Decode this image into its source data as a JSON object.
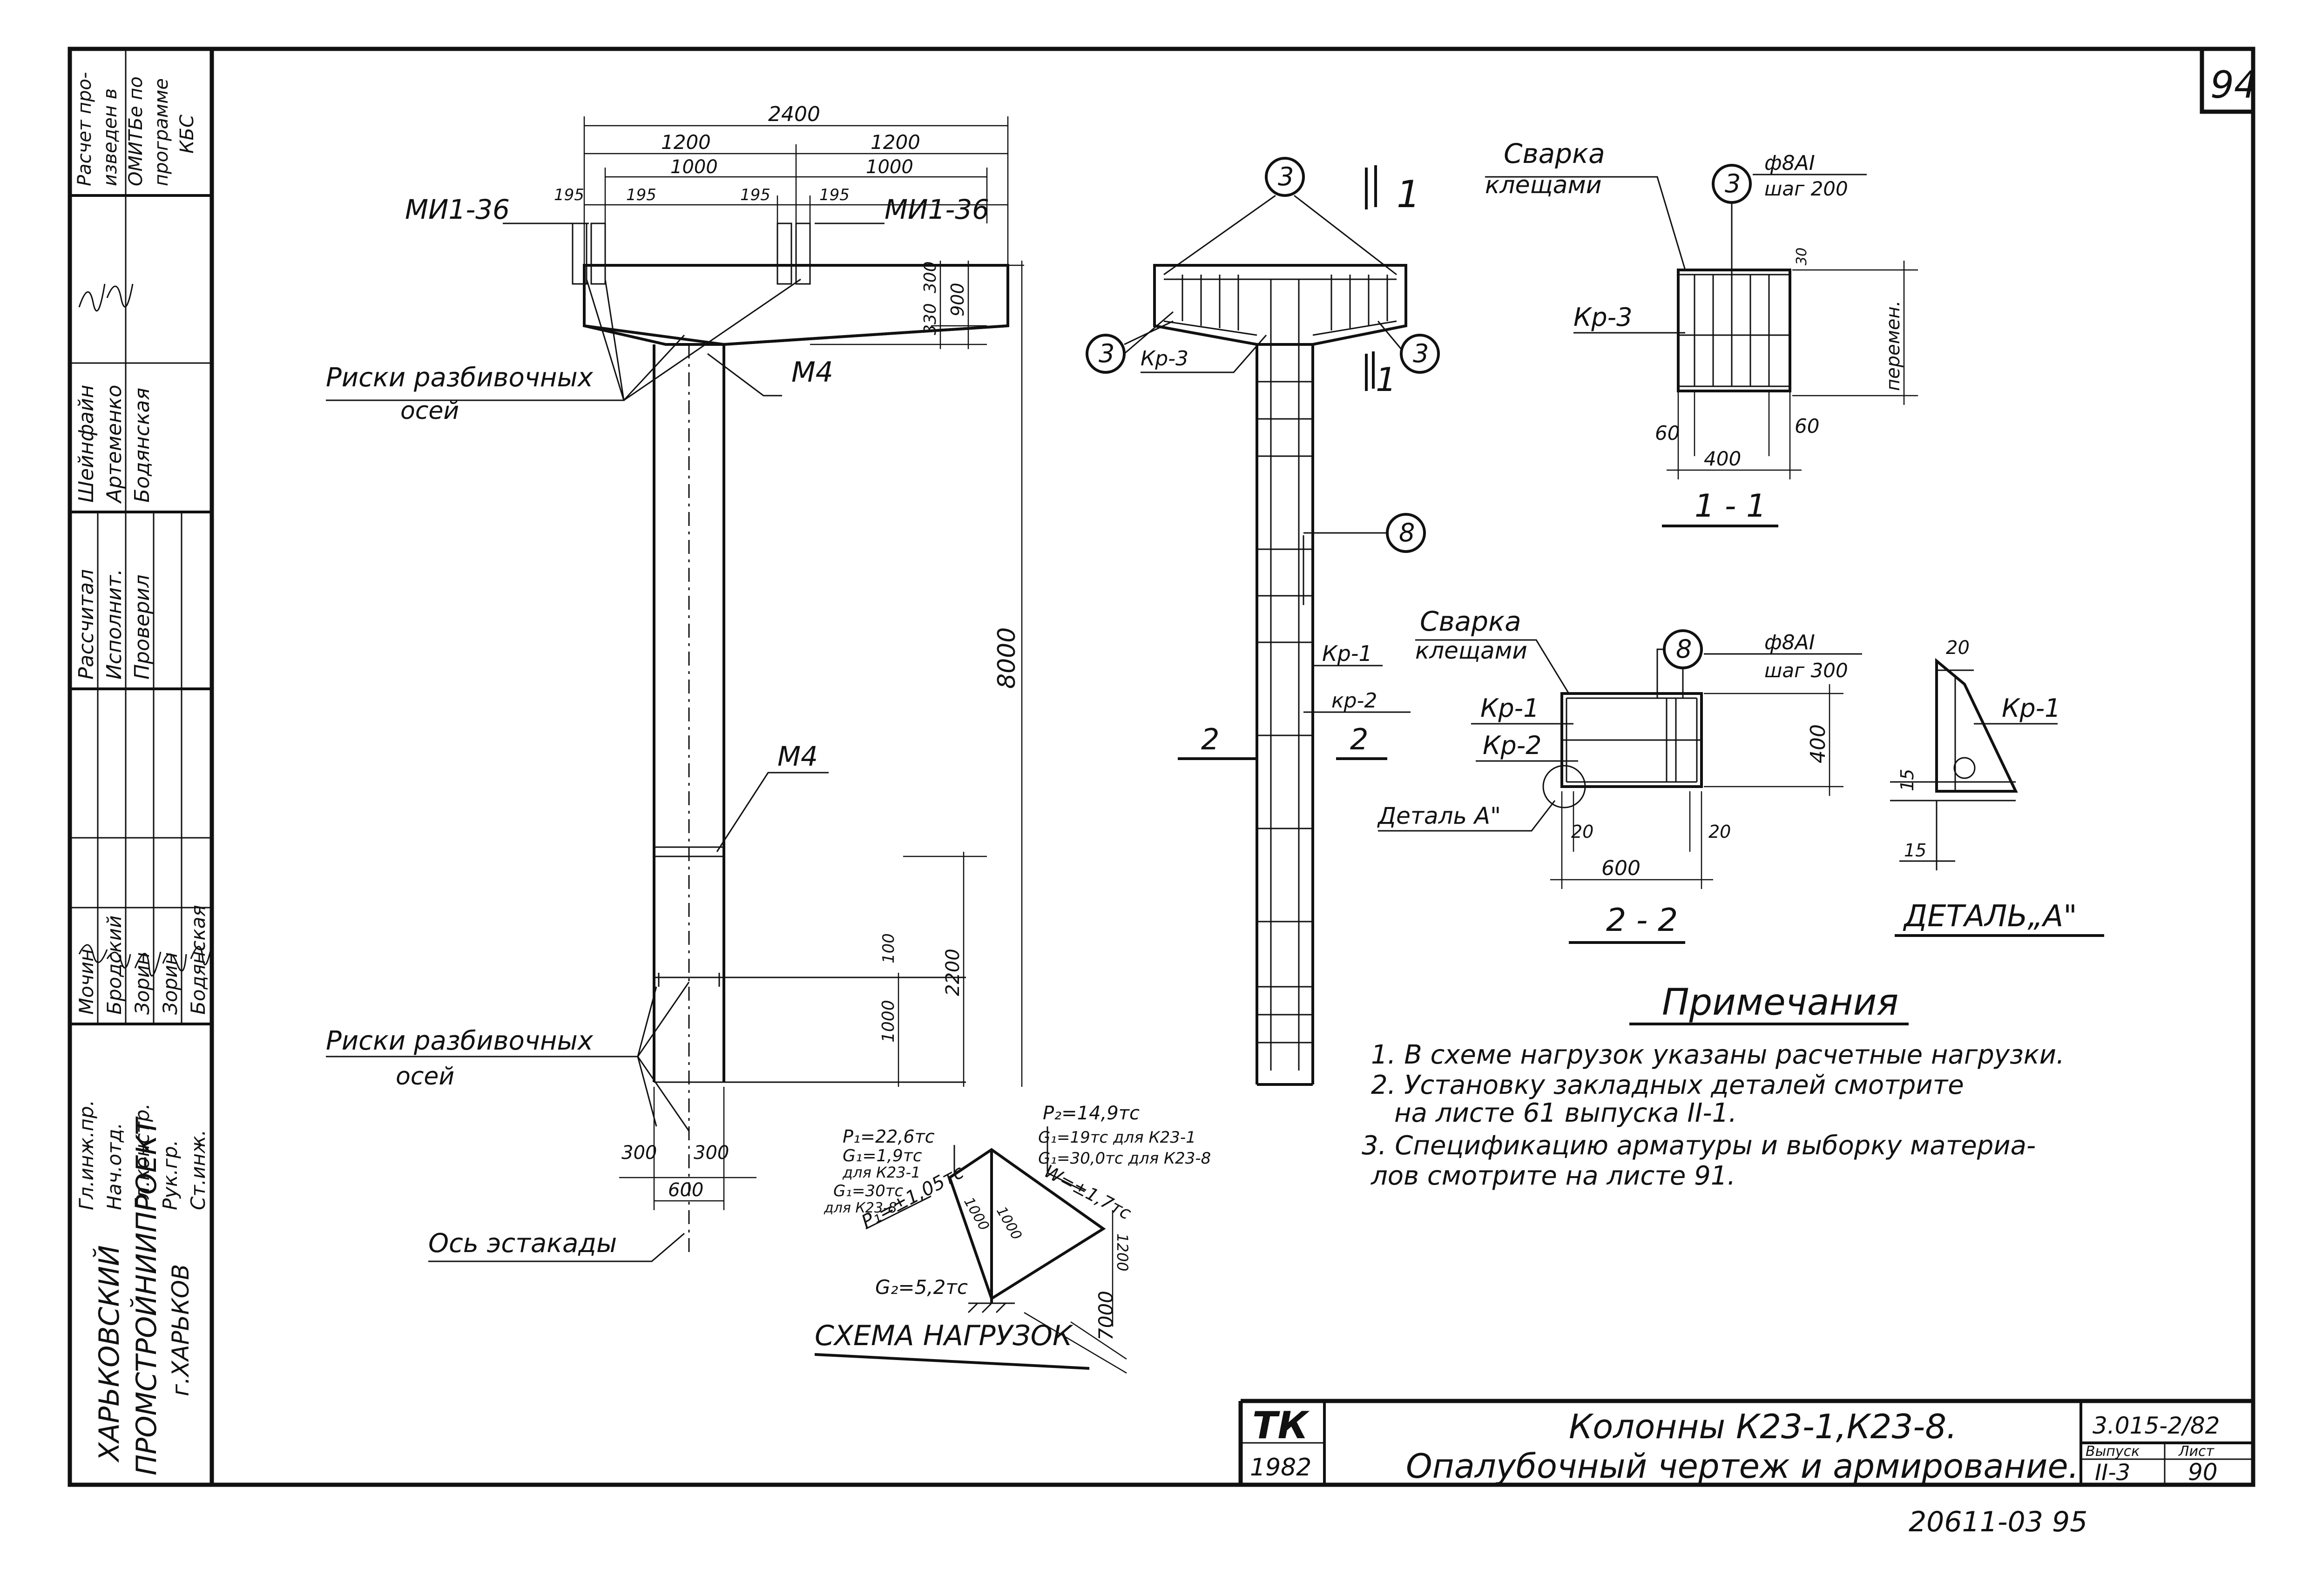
{
  "sheet_number": "94",
  "stamp": {
    "org_lines": [
      "ХАРЬКОВСКИЙ",
      "ПРОМСТРОЙНИИПРОЕКТ",
      "г.ХАРЬКОВ"
    ],
    "roles": [
      "Гл.инж.пр.",
      "Нач.отд.",
      "Гл.констр.",
      "Рук.гр.",
      "Ст.инж."
    ],
    "names": [
      "Мочин",
      "Бродский",
      "Зорин",
      "Зорин",
      "Бодянская"
    ],
    "roles2": [
      "Рассчитал",
      "Исполнит.",
      "Проверил"
    ],
    "names2": [
      "Шейнфайн",
      "Артеменко",
      "Бодянская"
    ],
    "computer_note": [
      "Расчет про-",
      "изведен в",
      "ОМИТБе по",
      "программе",
      "КБС"
    ]
  },
  "elevation": {
    "labels": {
      "mi_left": "МИ1-36",
      "mi_right": "МИ1-36",
      "m4_top": "М4",
      "m4_mid": "М4",
      "riski_top_1": "Риски разбивочных",
      "riski_top_2": "осей",
      "riski_bot_1": "Риски разбивочных",
      "riski_bot_2": "осей",
      "axis": "Ось эстакады"
    },
    "dims": {
      "d2400": "2400",
      "d1200a": "1200",
      "d1200b": "1200",
      "d1000a": "1000",
      "d1000b": "1000",
      "d195a": "195",
      "d195b": "195",
      "d195c": "195",
      "d195d": "195",
      "d300": "300",
      "d330": "330",
      "d900": "900",
      "d8000": "8000",
      "d100": "100",
      "d1000": "1000",
      "d2200": "2200",
      "d300l": "300",
      "d300r": "300",
      "d600": "600"
    }
  },
  "section_view": {
    "marks": {
      "m3a": "3",
      "m3b": "3",
      "m3c": "3",
      "m8": "8"
    },
    "cut_labels": {
      "c11": "1",
      "c12": "1",
      "c21": "2",
      "c22": "2"
    },
    "labels": {
      "kp3": "Кр-3",
      "kp1": "Кр-1",
      "kp2": "кр-2"
    }
  },
  "section_1_1": {
    "weld_1": "Сварка",
    "weld_2": "клещами",
    "mark": "3",
    "bar_top": "ф8АI",
    "bar_bot": "шаг 200",
    "kp3": "Кр-3",
    "var": "перемен.",
    "d30": "30",
    "d60a": "60",
    "d60b": "60",
    "d400": "400",
    "title": "1 - 1"
  },
  "section_2_2": {
    "weld_1": "Сварка",
    "weld_2": "клещами",
    "mark": "8",
    "bar_top": "ф8АI",
    "bar_bot": "шаг 300",
    "kp1": "Кр-1",
    "kp2": "Кр-2",
    "detail": "Деталь А\"",
    "d400": "400",
    "d20a": "20",
    "d20b": "20",
    "d600": "600",
    "title": "2 - 2"
  },
  "detail_a": {
    "kp1": "Кр-1",
    "d20": "20",
    "d15a": "15",
    "d15b": "15",
    "title": "ДЕТАЛЬ„А\""
  },
  "load_scheme": {
    "p1": "P₁=22,6тс",
    "g1a": "G₁=1,9тс",
    "g1a_note": "для К23-1",
    "g1b": "G₁=30тс",
    "g1b_note": "для К23-8",
    "p1h": "P₁=±1,05тс",
    "p2": "P₂=14,9тс",
    "g1c": "G₁=19тс для К23-1",
    "g1d": "G₁=30,0тс для К23-8",
    "w": "W=±1,7тс",
    "g2": "G₂=5,2тс",
    "d1000a": "1000",
    "d1000b": "1000",
    "d1200": "1200",
    "d7000": "7000",
    "title": "СХЕМА НАГРУЗОК"
  },
  "notes": {
    "title": "Примечания",
    "items": [
      "1. В схеме нагрузок указаны расчетные нагрузки.",
      "2. Установку закладных деталей смотрите",
      "на листе 61 выпуска II-1.",
      "3. Спецификацию арматуры и выборку материа-",
      "лов смотрите на листе 91."
    ]
  },
  "title_block": {
    "tk": "ТК",
    "year": "1982",
    "line1": "Колонны К23-1,К23-8.",
    "line2": "Опалубочный чертеж и армирование.",
    "code": "3.015-2/82",
    "issue_label": "Выпуск",
    "issue": "II-3",
    "sheet_label": "Лист",
    "sheet": "90"
  },
  "footer_code": "20611-03  95"
}
